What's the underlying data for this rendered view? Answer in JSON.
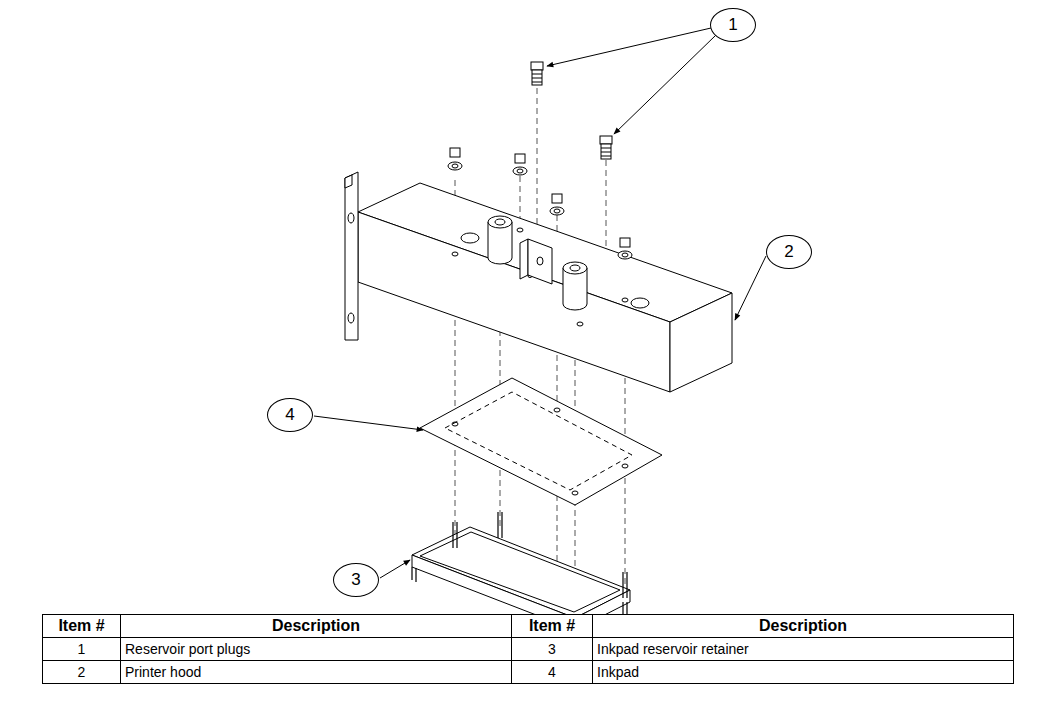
{
  "diagram": {
    "nodes": [
      {
        "text": [
          "1"
        ]
      },
      {
        "text": [
          "2"
        ]
      },
      {
        "text": [
          "4"
        ]
      },
      {
        "text": [
          "3"
        ]
      }
    ],
    "labels": [
      "Item #",
      "Description",
      "Item #",
      "Description",
      "1",
      "Reservoir port plugs",
      "3",
      "Inkpad reservoir retainer",
      "2",
      "Printer hood",
      "4",
      "Inkpad"
    ]
  }
}
